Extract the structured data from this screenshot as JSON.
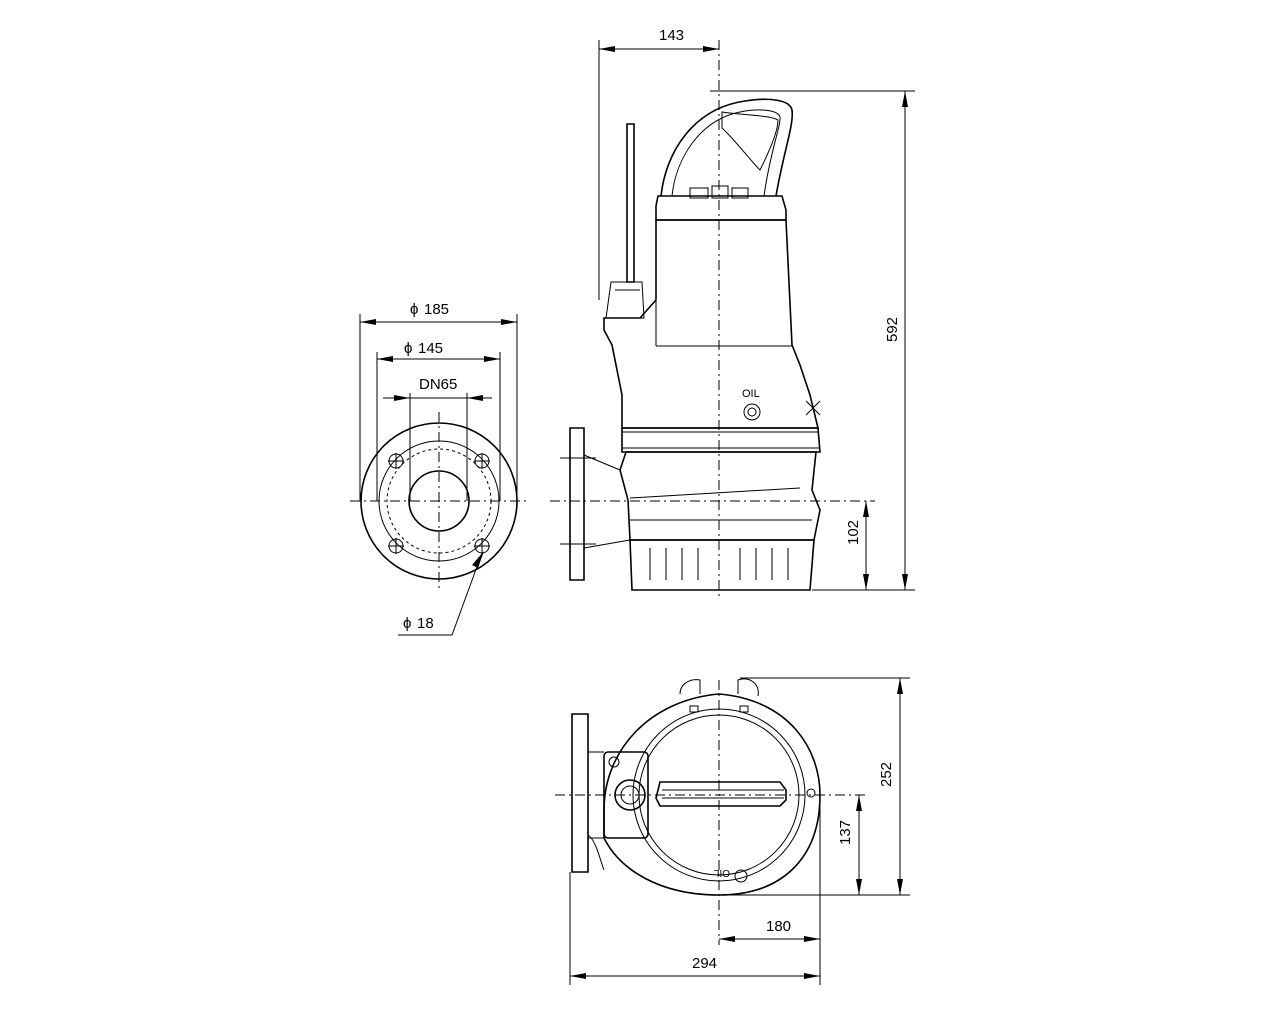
{
  "drawing": {
    "flange_view": {
      "labels": {
        "outer_dia": "185",
        "bolt_circle": "145",
        "nominal": "DN65",
        "hole_dia": "18"
      }
    },
    "side_view": {
      "labels": {
        "width_to_axis": "143",
        "total_height": "592",
        "outlet_height": "102",
        "oil_plug": "OIL"
      }
    },
    "top_view": {
      "labels": {
        "depth": "252",
        "outlet_offset": "137",
        "axis_to_back": "180",
        "total_length": "294",
        "oil_plug": "OIL"
      }
    }
  },
  "symbols": {
    "diameter": "ϕ"
  },
  "colors": {
    "line": "#000000",
    "background": "#ffffff"
  }
}
